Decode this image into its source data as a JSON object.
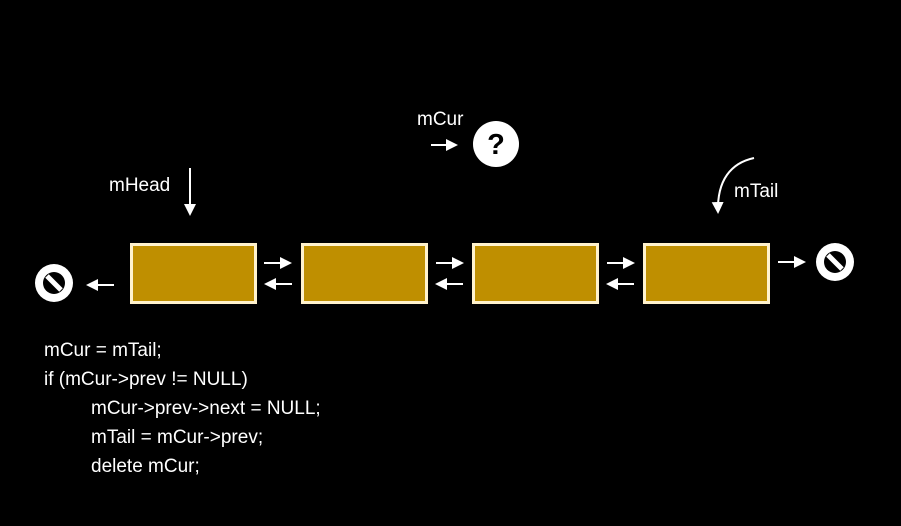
{
  "pointers": {
    "head": "mHead",
    "current": "mCur",
    "tail": "mTail"
  },
  "current_symbol": "?",
  "nodes_count_label": "",
  "code": [
    "mCur = mTail;",
    "if (mCur->prev != NULL)",
    "mCur->prev->next = NULL;",
    "mTail = mCur->prev;",
    "delete mCur;"
  ],
  "colors": {
    "background": "#000000",
    "node_fill": "#bf8f00",
    "node_border": "#fff2cc",
    "foreground": "#ffffff"
  },
  "icons": {
    "null_left": "no-entry-icon",
    "null_right": "no-entry-icon",
    "unknown": "question-circle-icon"
  }
}
